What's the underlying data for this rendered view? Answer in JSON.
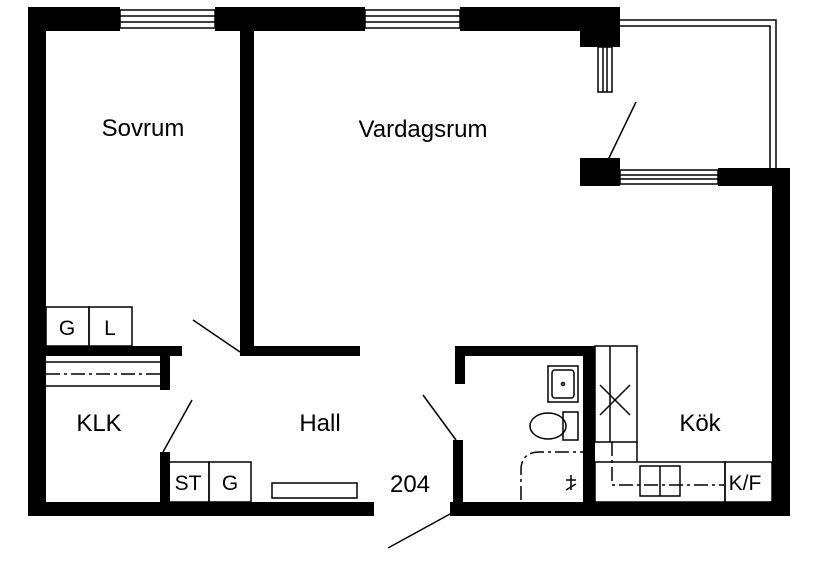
{
  "rooms": {
    "sovrum": "Sovrum",
    "vardagsrum": "Vardagsrum",
    "klk": "KLK",
    "hall": "Hall",
    "kok": "Kök"
  },
  "fixtures": {
    "g1": "G",
    "l": "L",
    "st": "ST",
    "g2": "G",
    "kf": "K/F"
  },
  "apartment_number": "204",
  "colors": {
    "wall": "#000000",
    "background": "#ffffff"
  }
}
